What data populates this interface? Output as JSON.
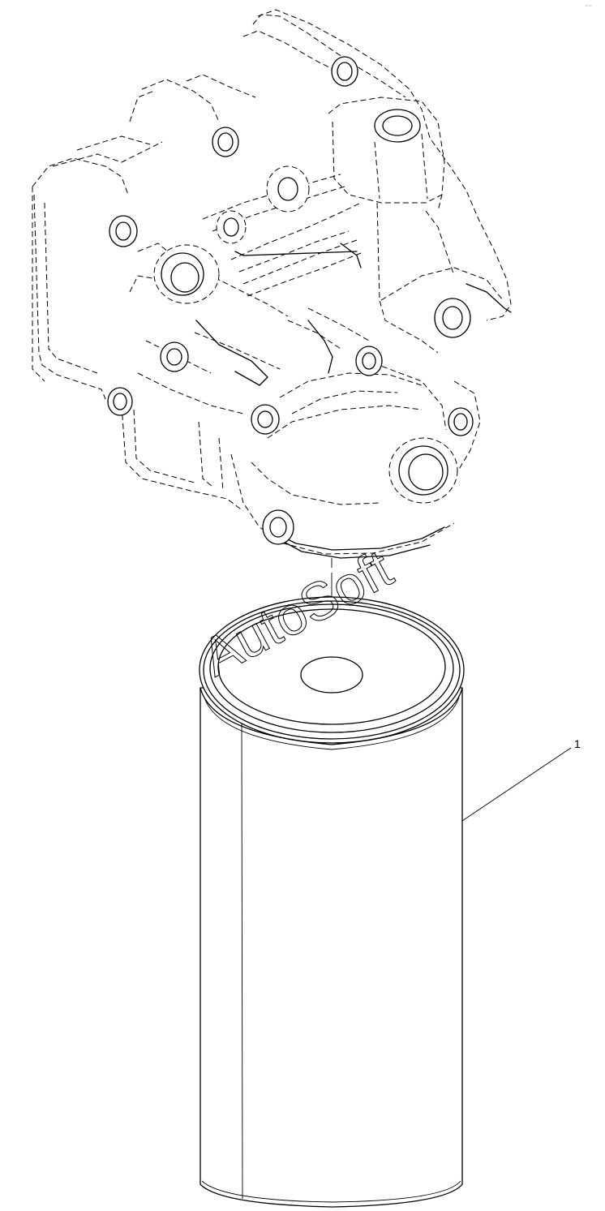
{
  "diagram": {
    "callouts": [
      {
        "label": "1",
        "part": "filter-cartridge"
      }
    ],
    "watermark": "AutoSoft",
    "corner_mark": "ᵖʳ ˢᵒ"
  },
  "colors": {
    "line": "#000000",
    "background": "#ffffff"
  }
}
